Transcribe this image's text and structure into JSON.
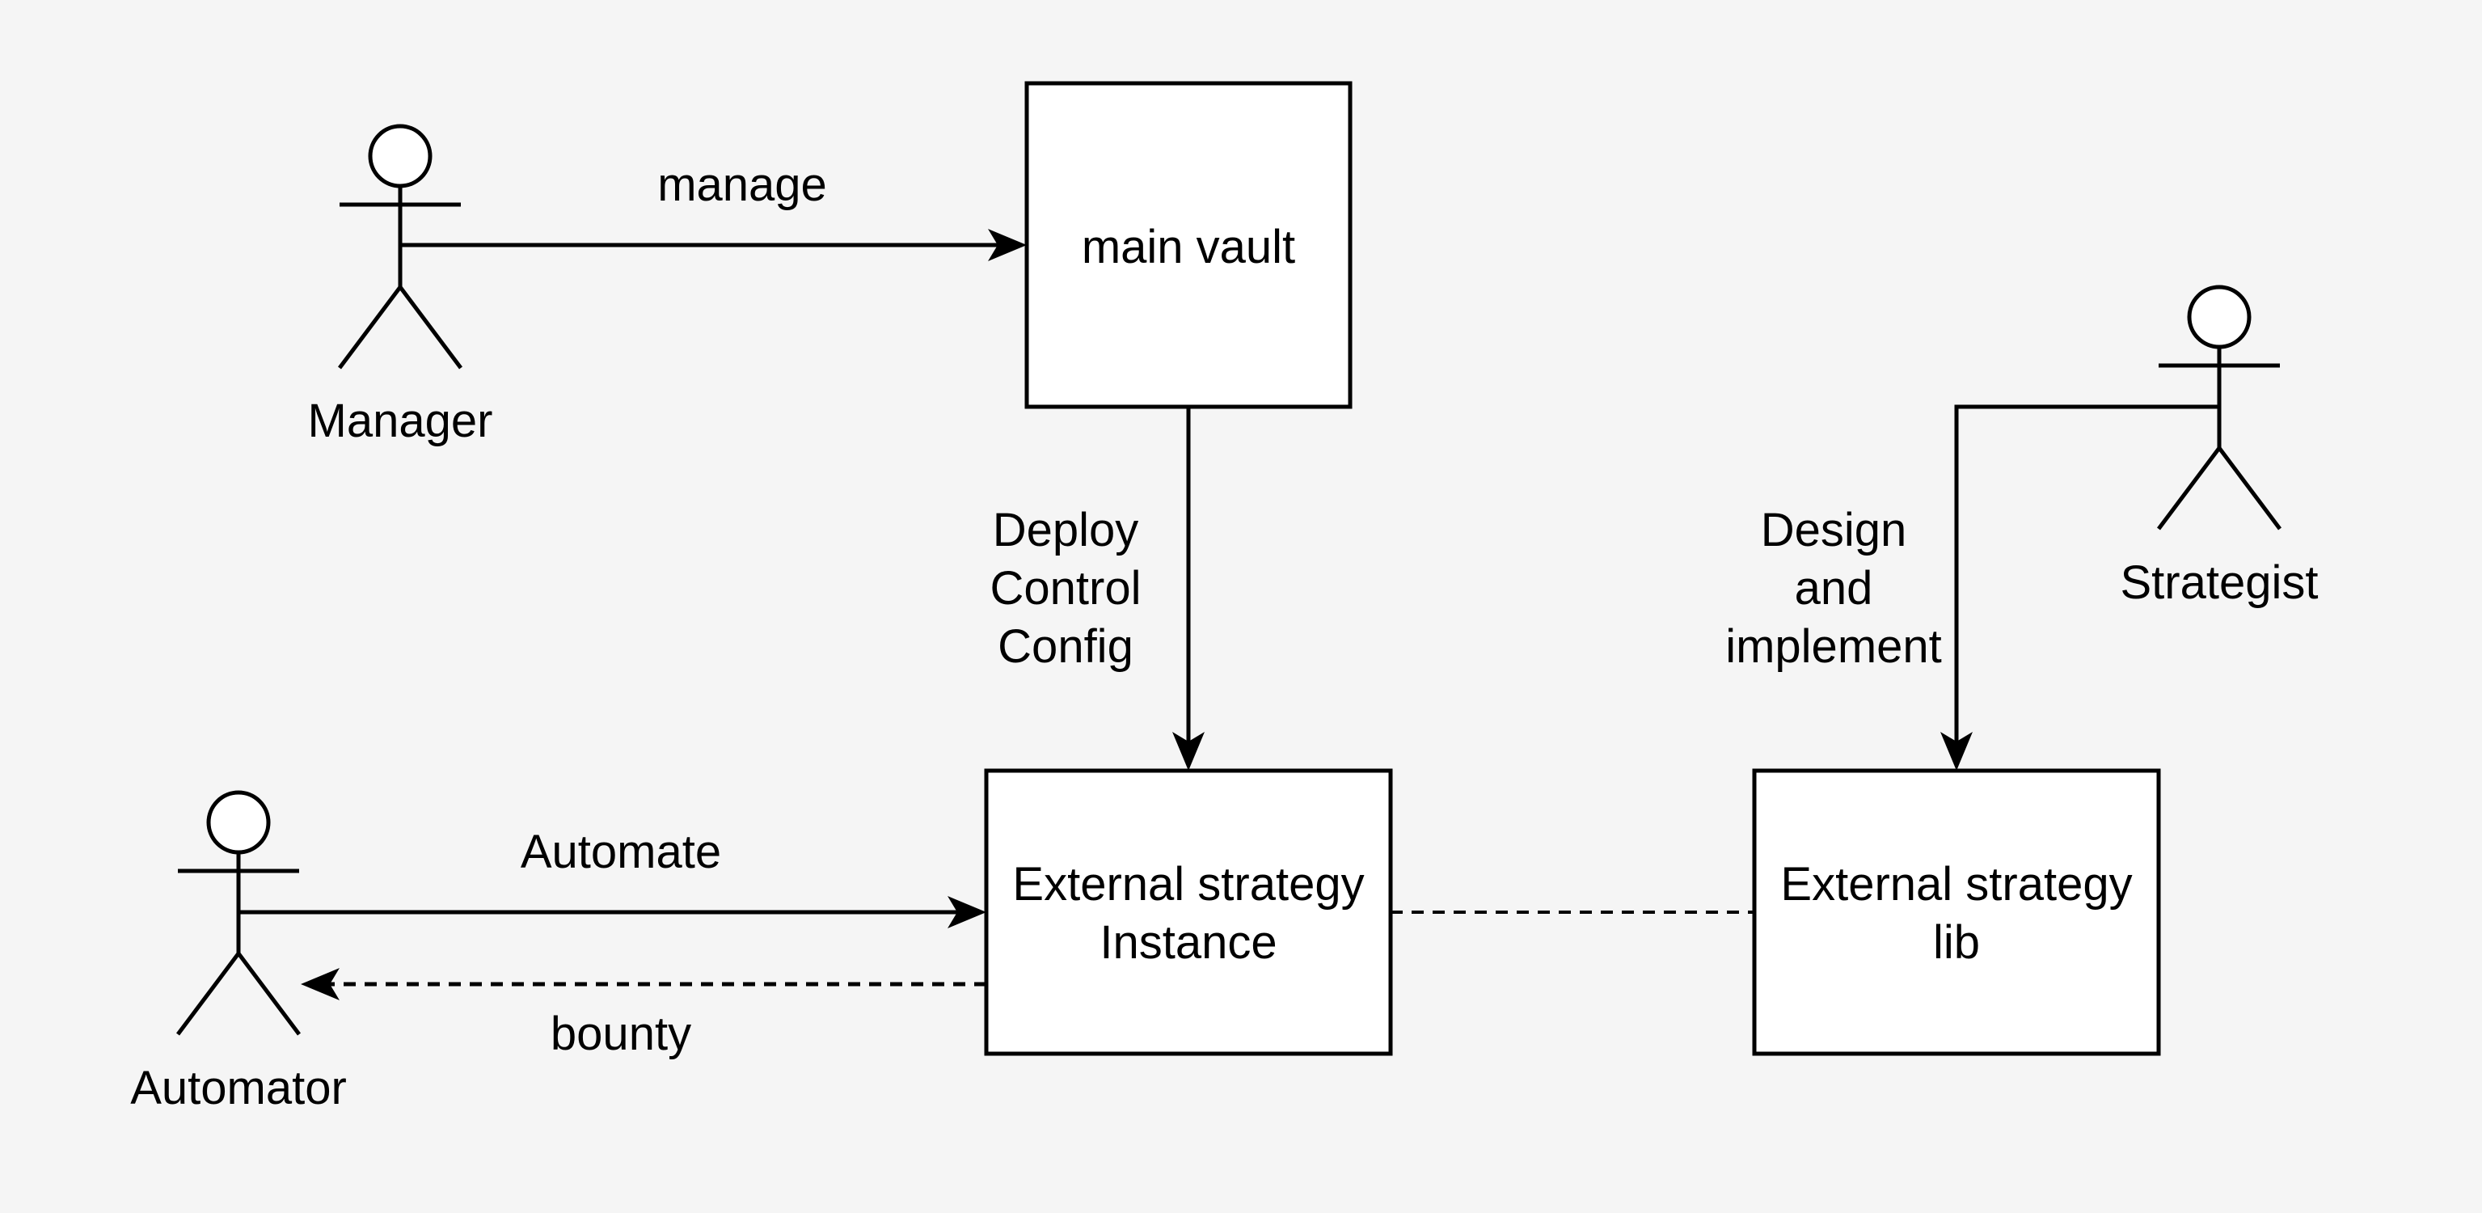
{
  "diagram": {
    "actors": {
      "manager": {
        "label": "Manager"
      },
      "automator": {
        "label": "Automator"
      },
      "strategist": {
        "label": "Strategist"
      }
    },
    "boxes": {
      "main_vault": {
        "line1": "main vault"
      },
      "strategy_instance": {
        "line1": "External strategy",
        "line2": "Instance"
      },
      "strategy_lib": {
        "line1": "External strategy",
        "line2": "lib"
      }
    },
    "edges": {
      "manage": {
        "label": "manage"
      },
      "deploy": {
        "line1": "Deploy",
        "line2": "Control",
        "line3": "Config"
      },
      "design": {
        "line1": "Design",
        "line2": "and",
        "line3": "implement"
      },
      "automate": {
        "label": "Automate"
      },
      "bounty": {
        "label": "bounty"
      }
    }
  }
}
